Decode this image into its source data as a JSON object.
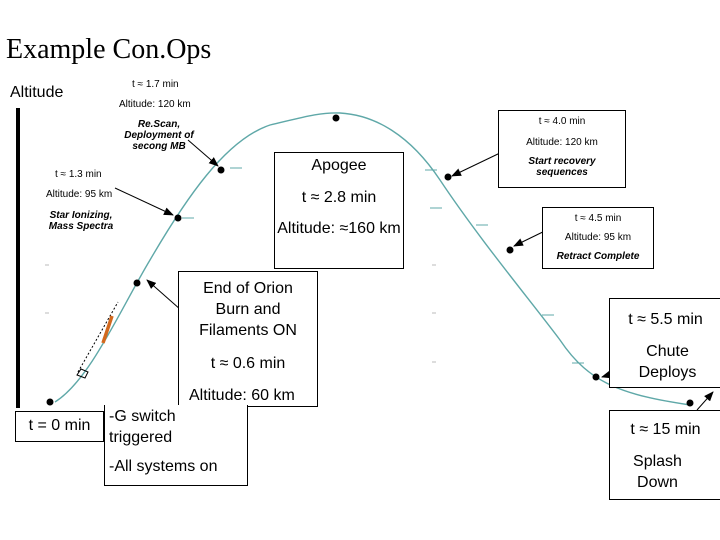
{
  "title": "Example Con.Ops",
  "axis_label": "Altitude",
  "events": {
    "t17": {
      "time": "t ≈ 1.7 min",
      "altitude": "Altitude: 120 km",
      "desc": "Re.Scan, Deployment of secong MB"
    },
    "t13": {
      "time": "t ≈ 1.3 min",
      "altitude": "Altitude: 95 km",
      "desc": "Star Ionizing, Mass Spectra"
    },
    "apogee": {
      "label": "Apogee",
      "time": "t ≈ 2.8 min",
      "altitude": "Altitude: ≈160 km"
    },
    "t40": {
      "time": "t ≈ 4.0 min",
      "altitude": "Altitude: 120 km",
      "desc": "Start recovery sequences"
    },
    "t45": {
      "time": "t ≈ 4.5 min",
      "altitude": "Altitude: 95 km",
      "desc": "Retract Complete"
    },
    "t06": {
      "desc": "End of Orion Burn and Filaments ON",
      "time": "t ≈ 0.6 min",
      "altitude": "Altitude: 60 km"
    },
    "t0": {
      "time": "t = 0 min",
      "desc1": "-G switch triggered",
      "desc2": "-All systems on"
    },
    "t55": {
      "time": "t ≈ 5.5 min",
      "desc": "Chute Deploys"
    },
    "t15": {
      "time": "t ≈ 15 min",
      "desc": "Splash Down"
    }
  },
  "colors": {
    "curve": "#5fa8a8",
    "rocket": "#d2691e"
  }
}
